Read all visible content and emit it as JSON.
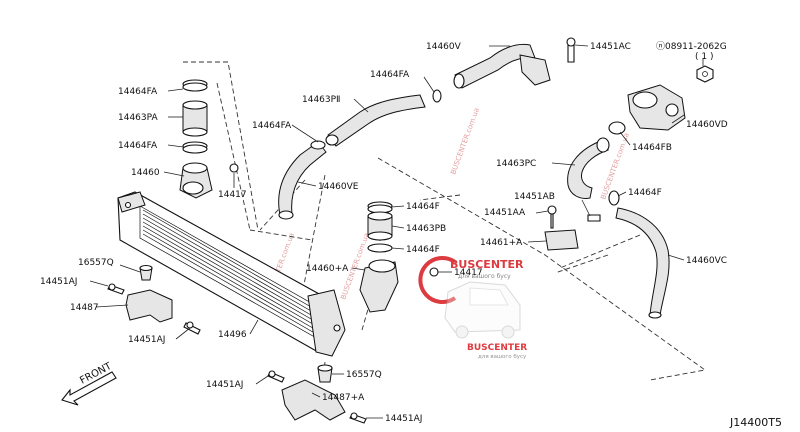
{
  "diagram_code": "J14400T5",
  "direction_label": "FRONT",
  "watermark": {
    "brand": "BUSCENTER",
    "tagline": "для вашого бусу",
    "color": "#d9262b",
    "repeat_text": "BUSCENTER.com.ua"
  },
  "labels": {
    "l_14464FA_top": "14464FA",
    "l_14463PA": "14463PA",
    "l_14464FA_mid": "14464FA",
    "l_14460": "14460",
    "l_14417_a": "14417",
    "l_16557Q_left": "16557Q",
    "l_14451AJ_left": "14451AJ",
    "l_14487": "14487",
    "l_14451AJ_low": "14451AJ",
    "l_14496": "14496",
    "l_14464FA_hose": "14464FA",
    "l_14463PII": "14463PⅡ",
    "l_14464FA_upper": "14464FA",
    "l_14460VE": "14460VE",
    "l_14464F_a": "14464F",
    "l_14463PB": "14463PB",
    "l_14464F_b": "14464F",
    "l_14460A": "14460+A",
    "l_14417_b": "14417",
    "l_14460V": "14460V",
    "l_14451AC": "14451AC",
    "l_N08911": "ⓝ08911-2062G",
    "l_N08911_qty": "( 1 )",
    "l_14460VD": "14460VD",
    "l_14464FB": "14464FB",
    "l_14463PC": "14463PC",
    "l_14464F_c": "14464F",
    "l_14451AB": "14451AB",
    "l_14451AA": "14451AA",
    "l_14461A": "14461+A",
    "l_14460VC": "14460VC",
    "l_16557Q_low": "16557Q",
    "l_14451AJ_bottom": "14451AJ",
    "l_14487A": "14487+A",
    "l_14451AJ_br": "14451AJ"
  },
  "colors": {
    "line": "#111111",
    "dash": "#333333"
  }
}
